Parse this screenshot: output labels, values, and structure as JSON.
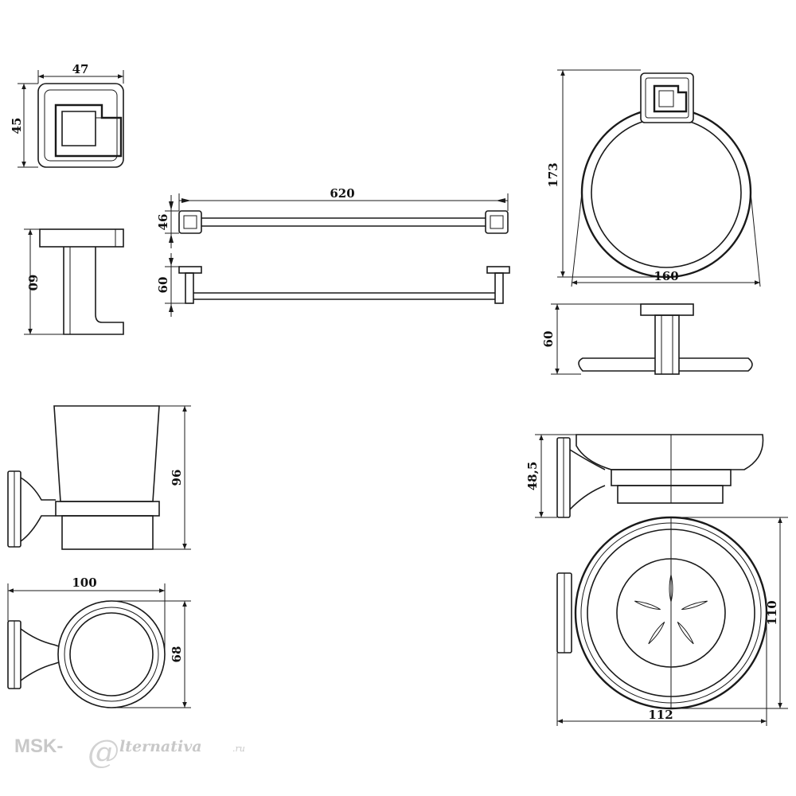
{
  "dimensions": {
    "holder_width": "47",
    "holder_height": "45",
    "holder_depth": "60",
    "towel_bar_length": "620",
    "towel_bar_height": "46",
    "towel_bar_depth": "60",
    "ring_height": "173",
    "ring_width": "160",
    "ring_depth": "60",
    "tumbler_height": "96",
    "tumbler_length": "100",
    "tumbler_width": "68",
    "soap_dish_height": "48,5",
    "soap_dish_depth": "110",
    "soap_dish_width": "112"
  },
  "watermark": {
    "prefix": "MSK-",
    "letter": "@",
    "word": "lternativa",
    "suffix": ".ru"
  }
}
